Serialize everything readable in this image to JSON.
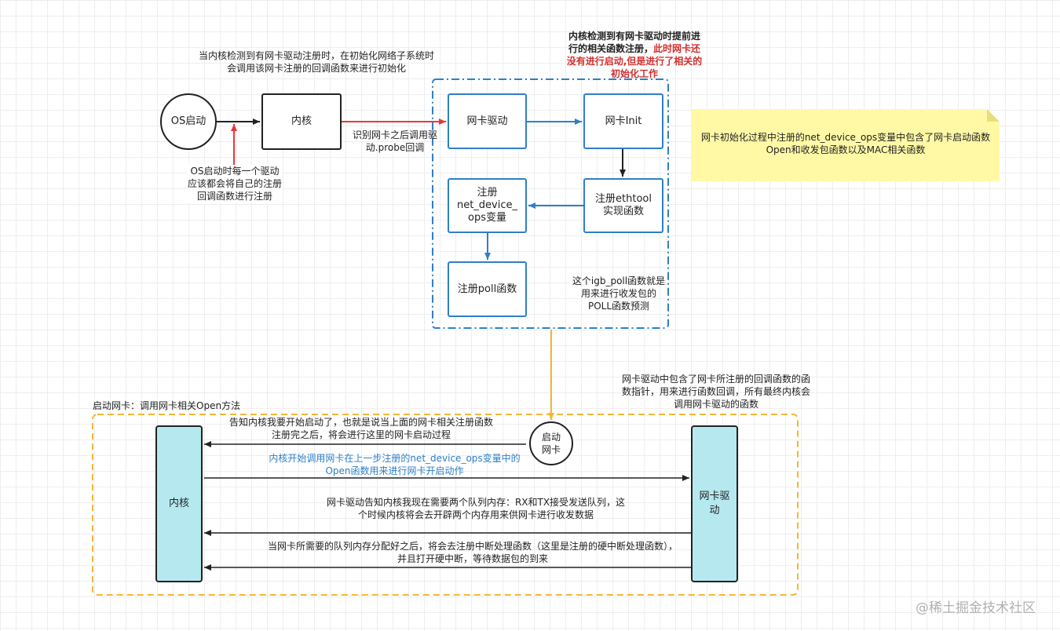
{
  "top_annotations": {
    "kernel_detect_note": "当内核检测到有网卡驱动注册时，在初始化网络子系统时会调用该网卡注册的回调函数来进行初始化",
    "bold_note_black": "内核检测到有网卡驱动时提前进行的相关函数注册，",
    "bold_note_red": "此时网卡还没有进行启动,但是进行了相关的初始化工作",
    "os_register_note": "OS启动时每一个驱动应该都会将自己的注册回调函数进行注册",
    "probe_note": "识别网卡之后调用驱动.probe回调",
    "igb_poll_note": "这个igb_poll函数就是用来进行收发包的POLL函数预测",
    "sticky_note": "网卡初始化过程中注册的net_device_ops变量中包含了网卡启动函数Open和收发包函数以及MAC相关函数"
  },
  "nodes": {
    "os_start": "OS启动",
    "kernel_top": "内核",
    "nic_driver": "网卡驱动",
    "nic_init": "网卡Init",
    "register_ethtool": "注册ethtool\n实现函数",
    "register_ops": "注册\nnet_device_\nops变量",
    "register_poll": "注册poll函数",
    "start_nic": "启动\n网卡"
  },
  "sequence": {
    "frame_title": "启动网卡：调用网卡相关Open方法",
    "driver_note": "网卡驱动中包含了网卡所注册的回调函数的函数指针，用来进行函数回调，所有最终内核会调用网卡驱动的函数",
    "lifeline_kernel": "内核",
    "lifeline_driver": "网卡驱\n动",
    "messages": [
      "告知内核我要开始启动了，也就是说当上面的网卡相关注册函数注册完之后，将会进行这里的网卡启动过程",
      "内核开始调用网卡在上一步注册的net_device_ops变量中的Open函数用来进行网卡开启动作",
      "网卡驱动告知内核我现在需要两个队列内存：RX和TX接受发送队列，这个时候内核将会去开辟两个内存用来供网卡进行收发数据",
      "当网卡所需要的队列内存分配好之后，将会去注册中断处理函数（这里是注册的硬中断处理函数），并且打开硬中断，等待数据包的到来"
    ]
  },
  "watermark": "@稀土掘金技术社区",
  "colors": {
    "blue_border": "#2f7fc7",
    "red_arrow": "#e53935",
    "orange_frame": "#f5b731",
    "lifeline_fill": "#b5e9ef",
    "sticky_fill": "#fff9a6",
    "note_blue_text": "#2f7fc7",
    "note_red_text": "#d32f2f"
  }
}
